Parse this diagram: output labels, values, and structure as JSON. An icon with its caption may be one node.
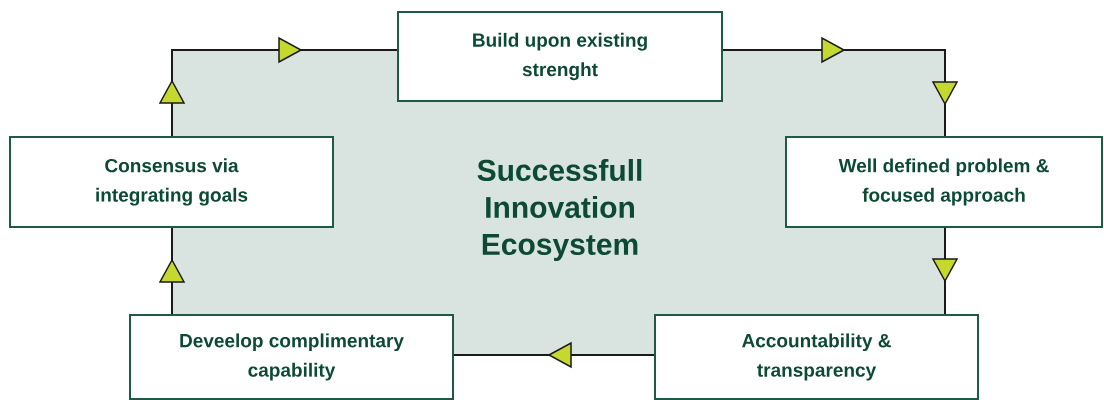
{
  "diagram": {
    "nodes": [
      {
        "text": [
          "Successfull Innovation Ecosystem"
        ]
      },
      {
        "text": [
          "Build upon existing strenght"
        ]
      },
      {
        "text": [
          "Well defined problem & focused approach"
        ]
      },
      {
        "text": [
          "Accountability & transparency"
        ]
      },
      {
        "text": [
          "Deveelop complimentary capability"
        ]
      },
      {
        "text": [
          "Consensus via integrating goals"
        ]
      }
    ],
    "edges": [
      {
        "from": 1,
        "to": 2,
        "arrow": "to"
      },
      {
        "from": 2,
        "to": 3,
        "arrow": "to"
      },
      {
        "from": 3,
        "to": 4,
        "arrow": "to"
      },
      {
        "from": 4,
        "to": 5,
        "arrow": "to"
      },
      {
        "from": 5,
        "to": 1,
        "arrow": "to"
      }
    ]
  }
}
